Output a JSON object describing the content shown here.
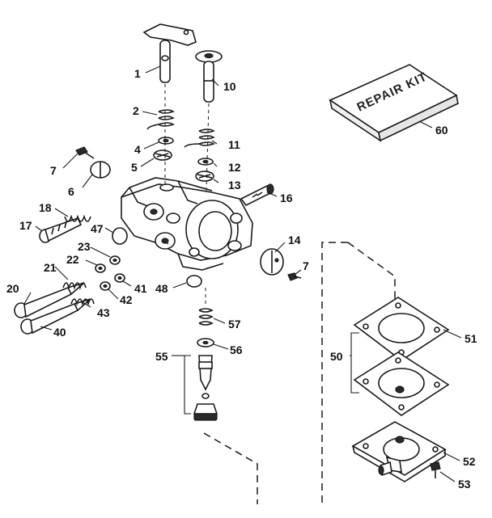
{
  "repair_kit": {
    "text": "REPAIR KIT"
  },
  "callouts": [
    "1",
    "2",
    "4",
    "5",
    "6",
    "7",
    "10",
    "11",
    "12",
    "13",
    "14",
    "16",
    "17",
    "18",
    "20",
    "21",
    "22",
    "23",
    "40",
    "41",
    "42",
    "43",
    "47",
    "48",
    "50",
    "51",
    "52",
    "53",
    "55",
    "56",
    "57",
    "60"
  ]
}
